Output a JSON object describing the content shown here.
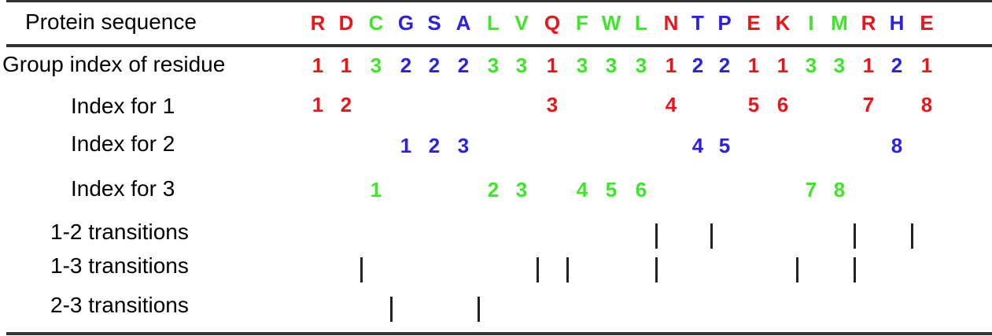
{
  "colors": {
    "group1": "#e8151b",
    "group2": "#2a22e0",
    "group3": "#3ee62a",
    "tick": "#222222",
    "rule": "#333333"
  },
  "rows": {
    "sequence_label": "Protein sequence",
    "group_label": "Group index of residue",
    "index1_label": "Index for 1",
    "index2_label": "Index for 2",
    "index3_label": "Index for 3",
    "t12_label": "1-2 transitions",
    "t13_label": "1-3 transitions",
    "t23_label": "2-3 transitions"
  },
  "residues": [
    {
      "aa": "R",
      "group": 1,
      "index": 1
    },
    {
      "aa": "D",
      "group": 1,
      "index": 2
    },
    {
      "aa": "C",
      "group": 3,
      "index": 1
    },
    {
      "aa": "G",
      "group": 2,
      "index": 1
    },
    {
      "aa": "S",
      "group": 2,
      "index": 2
    },
    {
      "aa": "A",
      "group": 2,
      "index": 3
    },
    {
      "aa": "L",
      "group": 3,
      "index": 2
    },
    {
      "aa": "V",
      "group": 3,
      "index": 3
    },
    {
      "aa": "Q",
      "group": 1,
      "index": 3
    },
    {
      "aa": "F",
      "group": 3,
      "index": 4
    },
    {
      "aa": "W",
      "group": 3,
      "index": 5
    },
    {
      "aa": "L",
      "group": 3,
      "index": 6
    },
    {
      "aa": "N",
      "group": 1,
      "index": 4
    },
    {
      "aa": "T",
      "group": 2,
      "index": 4
    },
    {
      "aa": "P",
      "group": 2,
      "index": 5
    },
    {
      "aa": "E",
      "group": 1,
      "index": 5
    },
    {
      "aa": "K",
      "group": 1,
      "index": 6
    },
    {
      "aa": "I",
      "group": 3,
      "index": 7
    },
    {
      "aa": "M",
      "group": 3,
      "index": 8
    },
    {
      "aa": "R",
      "group": 1,
      "index": 7
    },
    {
      "aa": "H",
      "group": 2,
      "index": 8
    },
    {
      "aa": "E",
      "group": 1,
      "index": 8
    }
  ],
  "transitions": {
    "t12": [
      12,
      14,
      19,
      21
    ],
    "t13": [
      2,
      8,
      9,
      12,
      17,
      19
    ],
    "t23": [
      3,
      6
    ]
  }
}
